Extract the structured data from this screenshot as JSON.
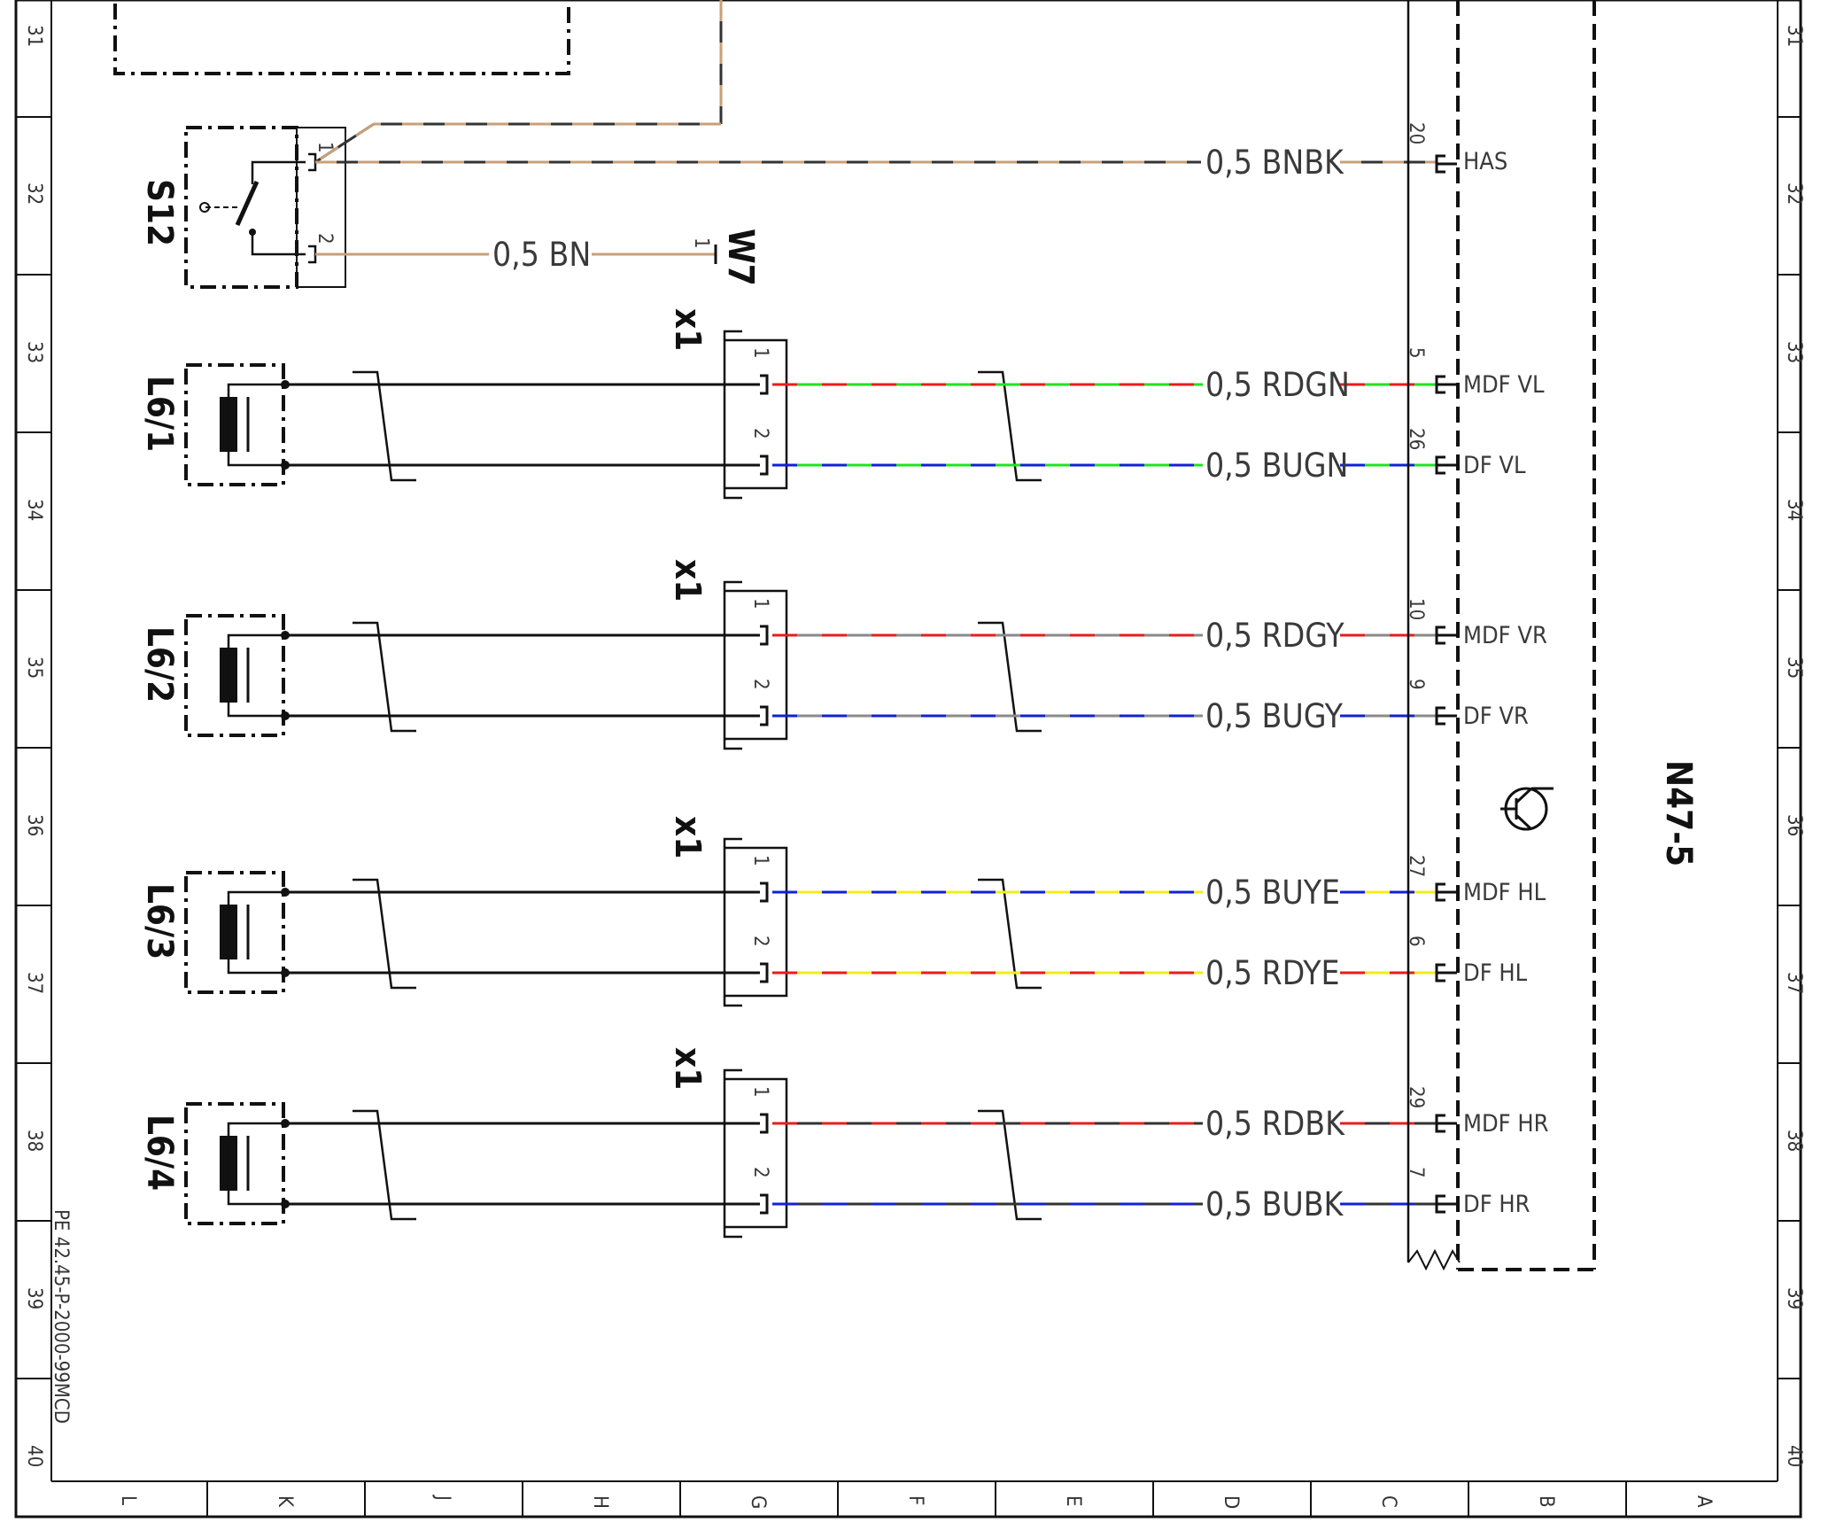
{
  "row_numbers": [
    "31",
    "32",
    "33",
    "34",
    "35",
    "36",
    "37",
    "38",
    "39",
    "40"
  ],
  "col_letters": [
    "L",
    "K",
    "J",
    "H",
    "G",
    "F",
    "E",
    "D",
    "C",
    "B",
    "A"
  ],
  "doc_code": "PE 42.45-P-2000-99MCD",
  "module_name": "N47-5",
  "switch": {
    "name": "S12",
    "pin1": "1",
    "pin2": "2",
    "bn_wire_label": "0,5 BN",
    "w7_pin": "1",
    "w7_name": "W7"
  },
  "has_line": {
    "label": "0,5 BNBK",
    "pin": "20",
    "signal": "HAS"
  },
  "colors": {
    "RD": "#e81c1c",
    "GN": "#22e022",
    "BU": "#1020d8",
    "GY": "#8a8a8a",
    "YE": "#f2ec1a",
    "BK": "#333333",
    "BN": "#c8a07a"
  },
  "sensors": [
    {
      "name": "L6/1",
      "connector": "x1",
      "wires": [
        {
          "conn_pin": "1",
          "label": "0,5 RDGN",
          "module_pin": "5",
          "signal": "MDF VL",
          "c1": "RD",
          "c2": "GN"
        },
        {
          "conn_pin": "2",
          "label": "0,5 BUGN",
          "module_pin": "26",
          "signal": "DF VL",
          "c1": "BU",
          "c2": "GN"
        }
      ]
    },
    {
      "name": "L6/2",
      "connector": "x1",
      "wires": [
        {
          "conn_pin": "1",
          "label": "0,5 RDGY",
          "module_pin": "10",
          "signal": "MDF VR",
          "c1": "RD",
          "c2": "GY"
        },
        {
          "conn_pin": "2",
          "label": "0,5 BUGY",
          "module_pin": "9",
          "signal": "DF VR",
          "c1": "BU",
          "c2": "GY"
        }
      ]
    },
    {
      "name": "L6/3",
      "connector": "x1",
      "wires": [
        {
          "conn_pin": "1",
          "label": "0,5 BUYE",
          "module_pin": "27",
          "signal": "MDF HL",
          "c1": "BU",
          "c2": "YE"
        },
        {
          "conn_pin": "2",
          "label": "0,5 RDYE",
          "module_pin": "6",
          "signal": "DF HL",
          "c1": "RD",
          "c2": "YE"
        }
      ]
    },
    {
      "name": "L6/4",
      "connector": "x1",
      "wires": [
        {
          "conn_pin": "1",
          "label": "0,5 RDBK",
          "module_pin": "29",
          "signal": "MDF HR",
          "c1": "RD",
          "c2": "BK"
        },
        {
          "conn_pin": "2",
          "label": "0,5 BUBK",
          "module_pin": "7",
          "signal": "DF HR",
          "c1": "BU",
          "c2": "BK"
        }
      ]
    }
  ]
}
